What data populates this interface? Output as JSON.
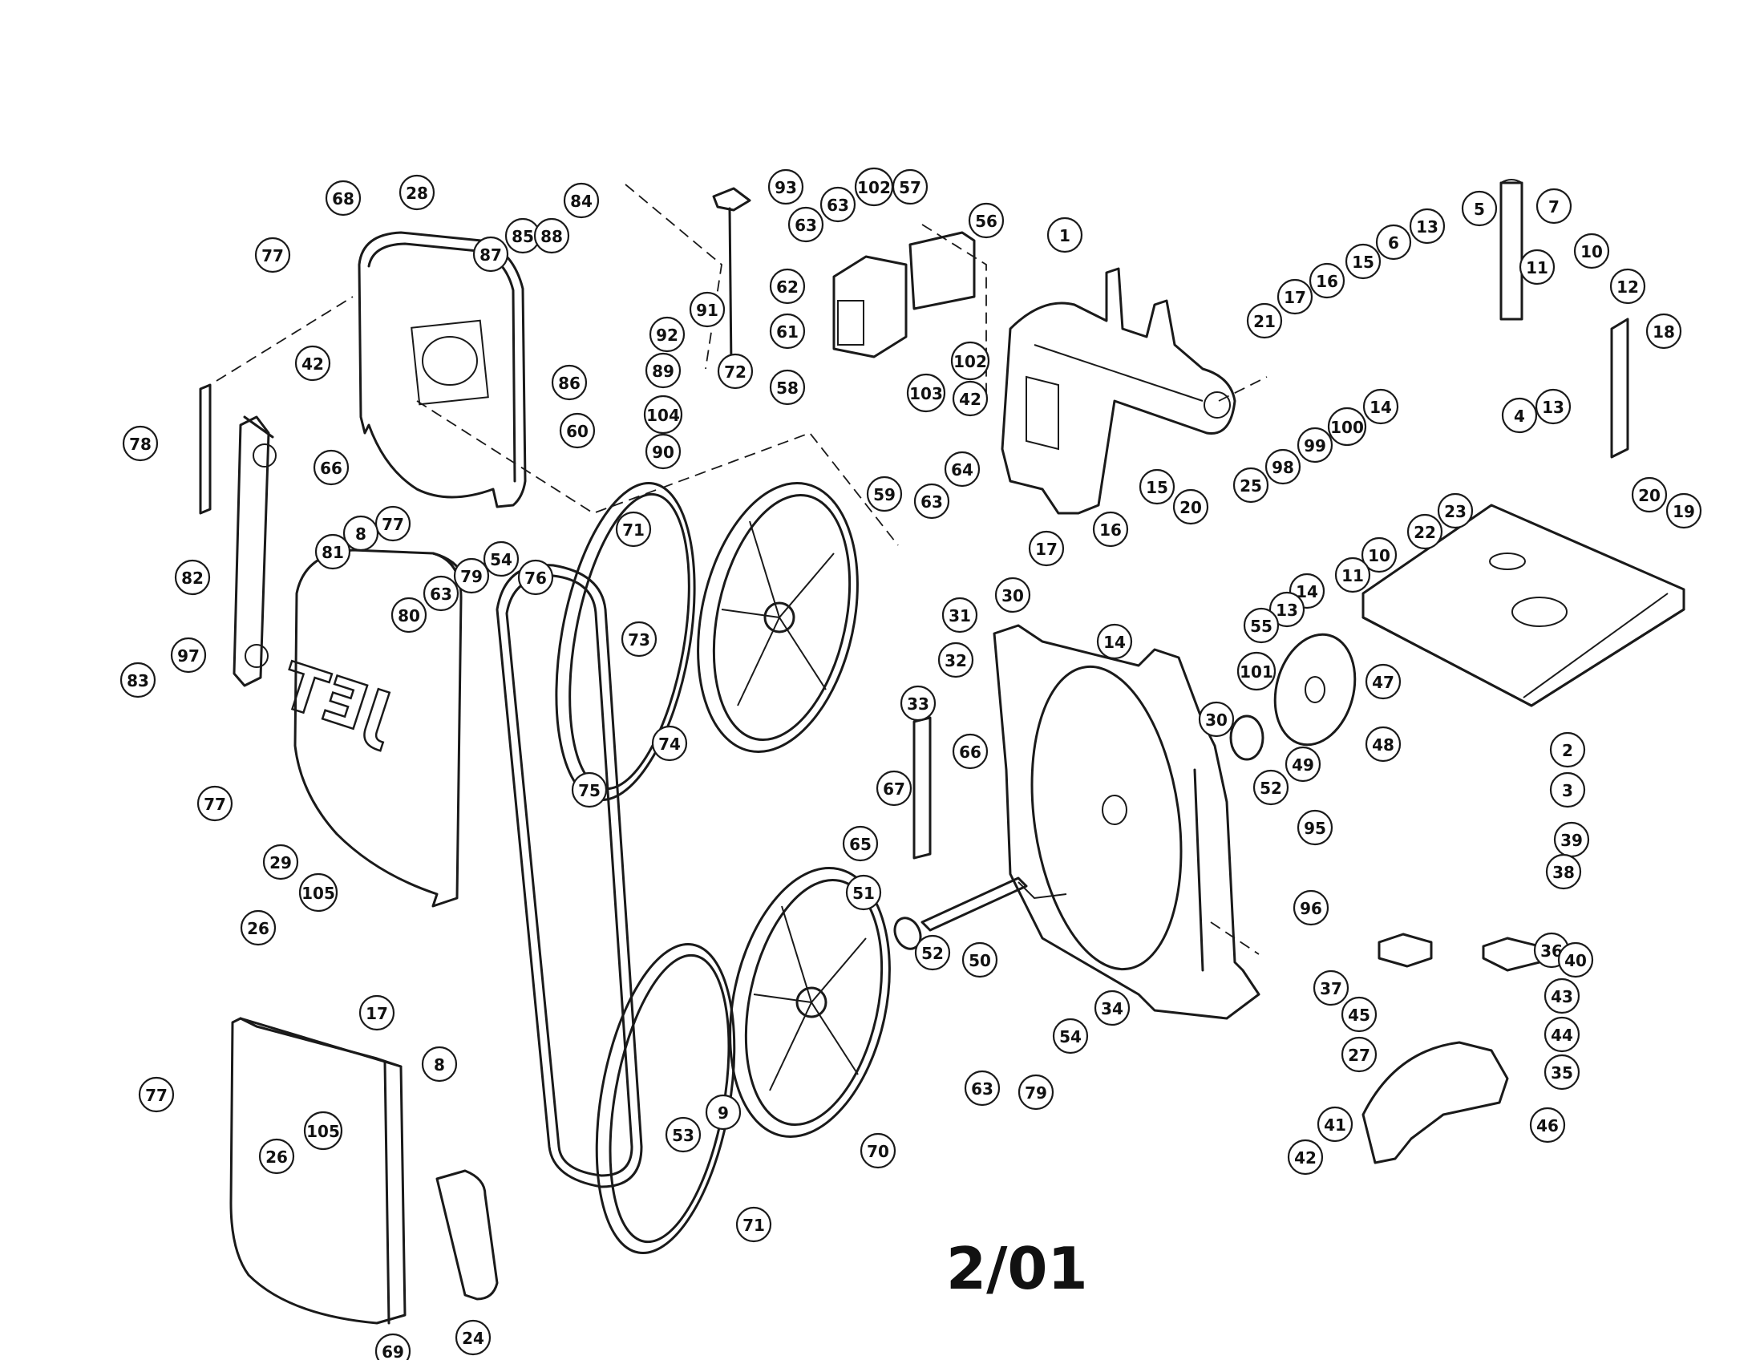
{
  "date_code": "2/01",
  "brand_text": "JET",
  "ink_color": "#1a1a1a",
  "callouts": [
    {
      "label": "68"
    },
    {
      "label": "28"
    },
    {
      "label": "77"
    },
    {
      "label": "87"
    },
    {
      "label": "85"
    },
    {
      "label": "88"
    },
    {
      "label": "84"
    },
    {
      "label": "93"
    },
    {
      "label": "63"
    },
    {
      "label": "102"
    },
    {
      "label": "57"
    },
    {
      "label": "63"
    },
    {
      "label": "56"
    },
    {
      "label": "1"
    },
    {
      "label": "5"
    },
    {
      "label": "7"
    },
    {
      "label": "13"
    },
    {
      "label": "6"
    },
    {
      "label": "15"
    },
    {
      "label": "16"
    },
    {
      "label": "17"
    },
    {
      "label": "21"
    },
    {
      "label": "11"
    },
    {
      "label": "10"
    },
    {
      "label": "12"
    },
    {
      "label": "18"
    },
    {
      "label": "42"
    },
    {
      "label": "86"
    },
    {
      "label": "91"
    },
    {
      "label": "92"
    },
    {
      "label": "62"
    },
    {
      "label": "61"
    },
    {
      "label": "89"
    },
    {
      "label": "58"
    },
    {
      "label": "102"
    },
    {
      "label": "103"
    },
    {
      "label": "42"
    },
    {
      "label": "78"
    },
    {
      "label": "66"
    },
    {
      "label": "104"
    },
    {
      "label": "90"
    },
    {
      "label": "60"
    },
    {
      "label": "59"
    },
    {
      "label": "64"
    },
    {
      "label": "63"
    },
    {
      "label": "14"
    },
    {
      "label": "13"
    },
    {
      "label": "4"
    },
    {
      "label": "100"
    },
    {
      "label": "99"
    },
    {
      "label": "98"
    },
    {
      "label": "20"
    },
    {
      "label": "19"
    },
    {
      "label": "72"
    },
    {
      "label": "77"
    },
    {
      "label": "8"
    },
    {
      "label": "81"
    },
    {
      "label": "63"
    },
    {
      "label": "79"
    },
    {
      "label": "54"
    },
    {
      "label": "80"
    },
    {
      "label": "82"
    },
    {
      "label": "76"
    },
    {
      "label": "71"
    },
    {
      "label": "15"
    },
    {
      "label": "25"
    },
    {
      "label": "20"
    },
    {
      "label": "16"
    },
    {
      "label": "17"
    },
    {
      "label": "10"
    },
    {
      "label": "11"
    },
    {
      "label": "14"
    },
    {
      "label": "13"
    },
    {
      "label": "55"
    },
    {
      "label": "23"
    },
    {
      "label": "22"
    },
    {
      "label": "97"
    },
    {
      "label": "83"
    },
    {
      "label": "73"
    },
    {
      "label": "30"
    },
    {
      "label": "31"
    },
    {
      "label": "32"
    },
    {
      "label": "33"
    },
    {
      "label": "14"
    },
    {
      "label": "101"
    },
    {
      "label": "47"
    },
    {
      "label": "74"
    },
    {
      "label": "75"
    },
    {
      "label": "30"
    },
    {
      "label": "66"
    },
    {
      "label": "67"
    },
    {
      "label": "49"
    },
    {
      "label": "48"
    },
    {
      "label": "52"
    },
    {
      "label": "2"
    },
    {
      "label": "3"
    },
    {
      "label": "77"
    },
    {
      "label": "29"
    },
    {
      "label": "65"
    },
    {
      "label": "95"
    },
    {
      "label": "39"
    },
    {
      "label": "38"
    },
    {
      "label": "105"
    },
    {
      "label": "51"
    },
    {
      "label": "96"
    },
    {
      "label": "36"
    },
    {
      "label": "26"
    },
    {
      "label": "50"
    },
    {
      "label": "40"
    },
    {
      "label": "52"
    },
    {
      "label": "37"
    },
    {
      "label": "43"
    },
    {
      "label": "34"
    },
    {
      "label": "45"
    },
    {
      "label": "44"
    },
    {
      "label": "17"
    },
    {
      "label": "63"
    },
    {
      "label": "79"
    },
    {
      "label": "54"
    },
    {
      "label": "27"
    },
    {
      "label": "35"
    },
    {
      "label": "77"
    },
    {
      "label": "8"
    },
    {
      "label": "9"
    },
    {
      "label": "53"
    },
    {
      "label": "70"
    },
    {
      "label": "105"
    },
    {
      "label": "46"
    },
    {
      "label": "41"
    },
    {
      "label": "26"
    },
    {
      "label": "42"
    },
    {
      "label": "71"
    },
    {
      "label": "69"
    },
    {
      "label": "24"
    }
  ]
}
